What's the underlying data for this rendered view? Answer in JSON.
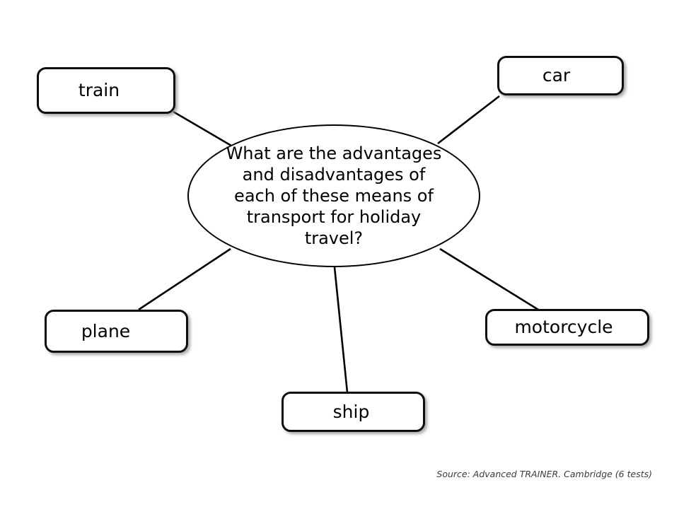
{
  "diagram": {
    "type": "mind-map",
    "central_node": {
      "shape": "ellipse",
      "text": "What are the advantages\nand disadvantages of\neach of these means of\ntransport for holiday\ntravel?"
    },
    "nodes": [
      {
        "id": "train",
        "label": "train"
      },
      {
        "id": "car",
        "label": "car"
      },
      {
        "id": "plane",
        "label": "plane"
      },
      {
        "id": "ship",
        "label": "ship"
      },
      {
        "id": "motorcycle",
        "label": "motorcycle"
      }
    ],
    "connectors": [
      {
        "from": "central",
        "to": "train"
      },
      {
        "from": "central",
        "to": "car"
      },
      {
        "from": "central",
        "to": "plane"
      },
      {
        "from": "central",
        "to": "ship"
      },
      {
        "from": "central",
        "to": "motorcycle"
      }
    ],
    "colors": {
      "background": "#ffffff",
      "stroke": "#000000",
      "node_border": "#0d0d0d",
      "node_fill": "#ffffff",
      "text": "#000000",
      "caption_text": "#3a3a3a"
    }
  },
  "caption": {
    "source": "Source: Advanced TRAINER. Cambridge (6 tests)"
  }
}
